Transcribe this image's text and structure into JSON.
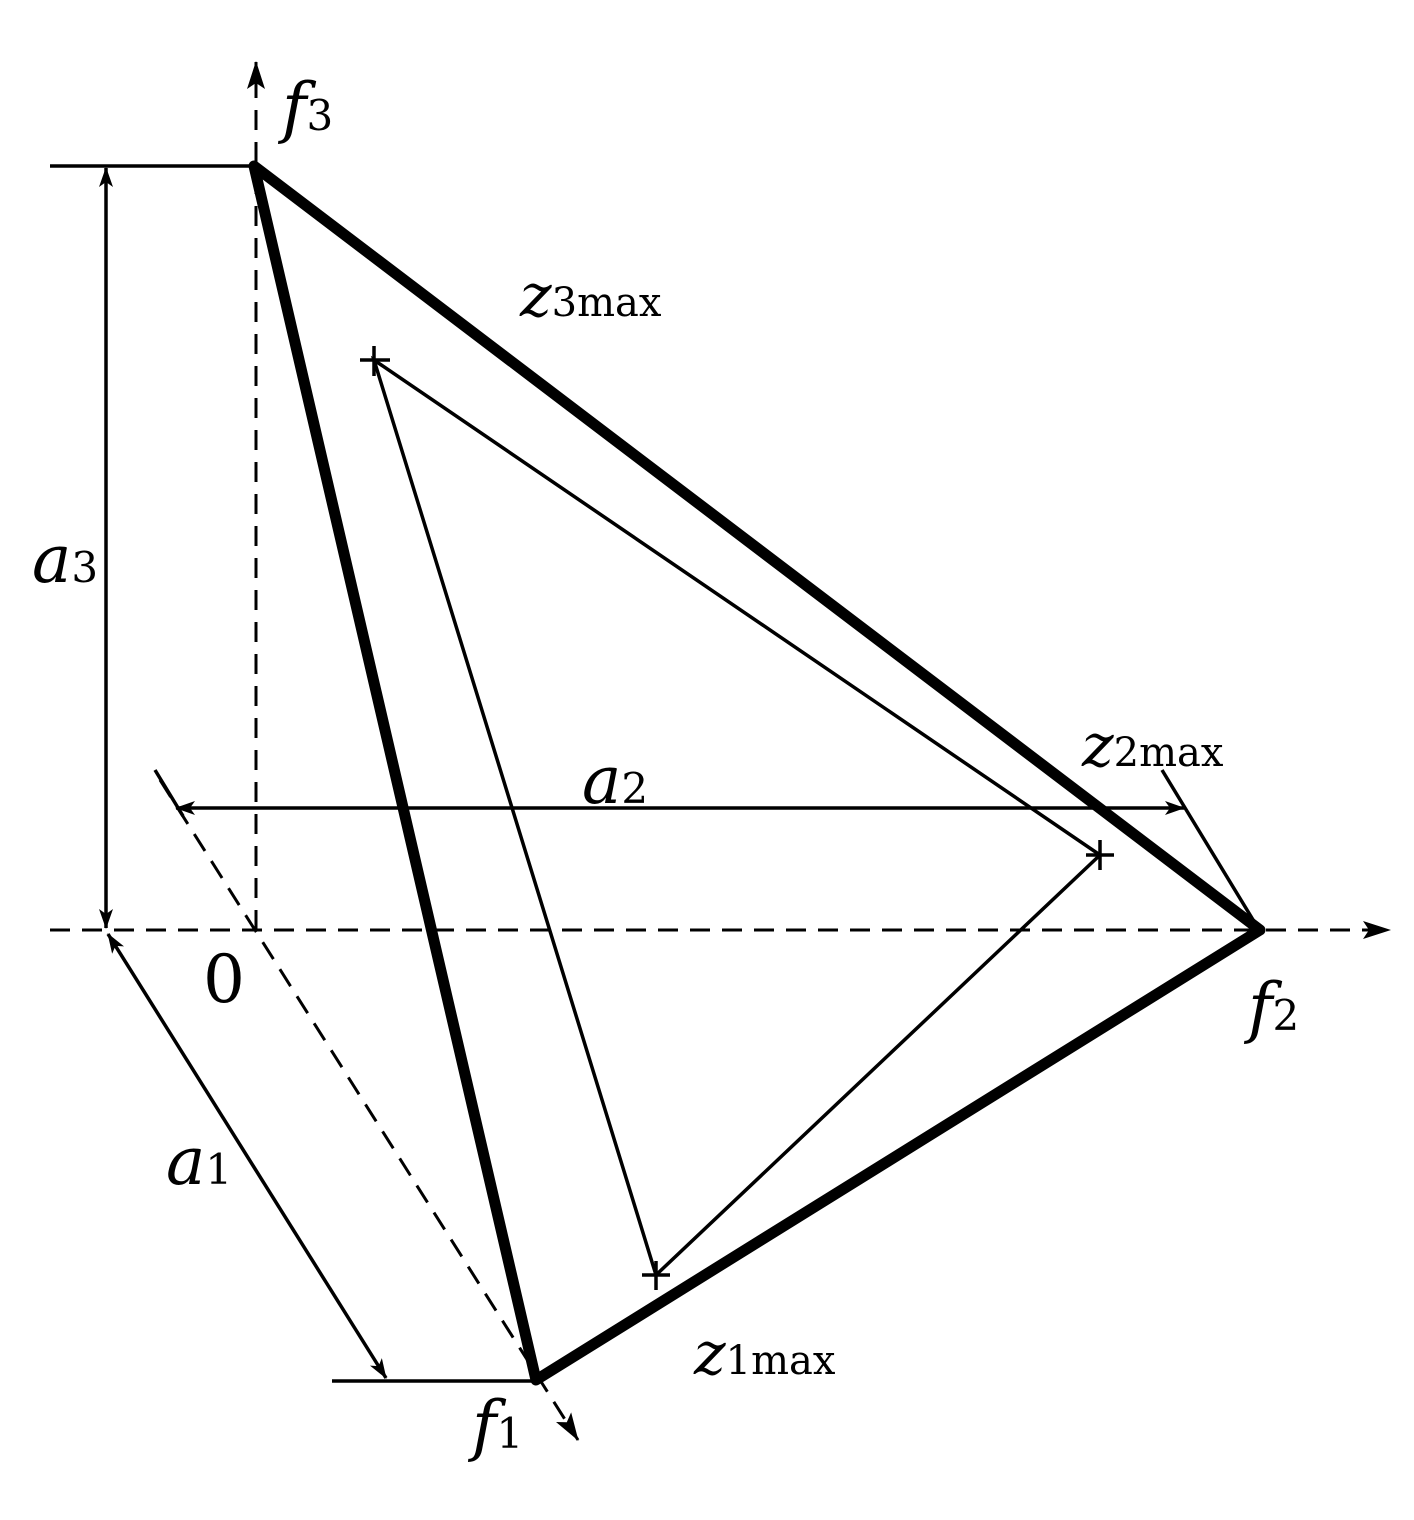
{
  "labels": {
    "f3": {
      "base": "f",
      "sub": "3"
    },
    "f2": {
      "base": "f",
      "sub": "2"
    },
    "f1": {
      "base": "f",
      "sub": "1"
    },
    "origin": "0",
    "a3": {
      "base": "a",
      "sub": "3"
    },
    "a2": {
      "base": "a",
      "sub": "2"
    },
    "a1": {
      "base": "a",
      "sub": "1"
    },
    "z3max": {
      "base": "z",
      "sub": "3max"
    },
    "z2max": {
      "base": "z",
      "sub": "2max"
    },
    "z1max": {
      "base": "z",
      "sub": "1max"
    }
  }
}
